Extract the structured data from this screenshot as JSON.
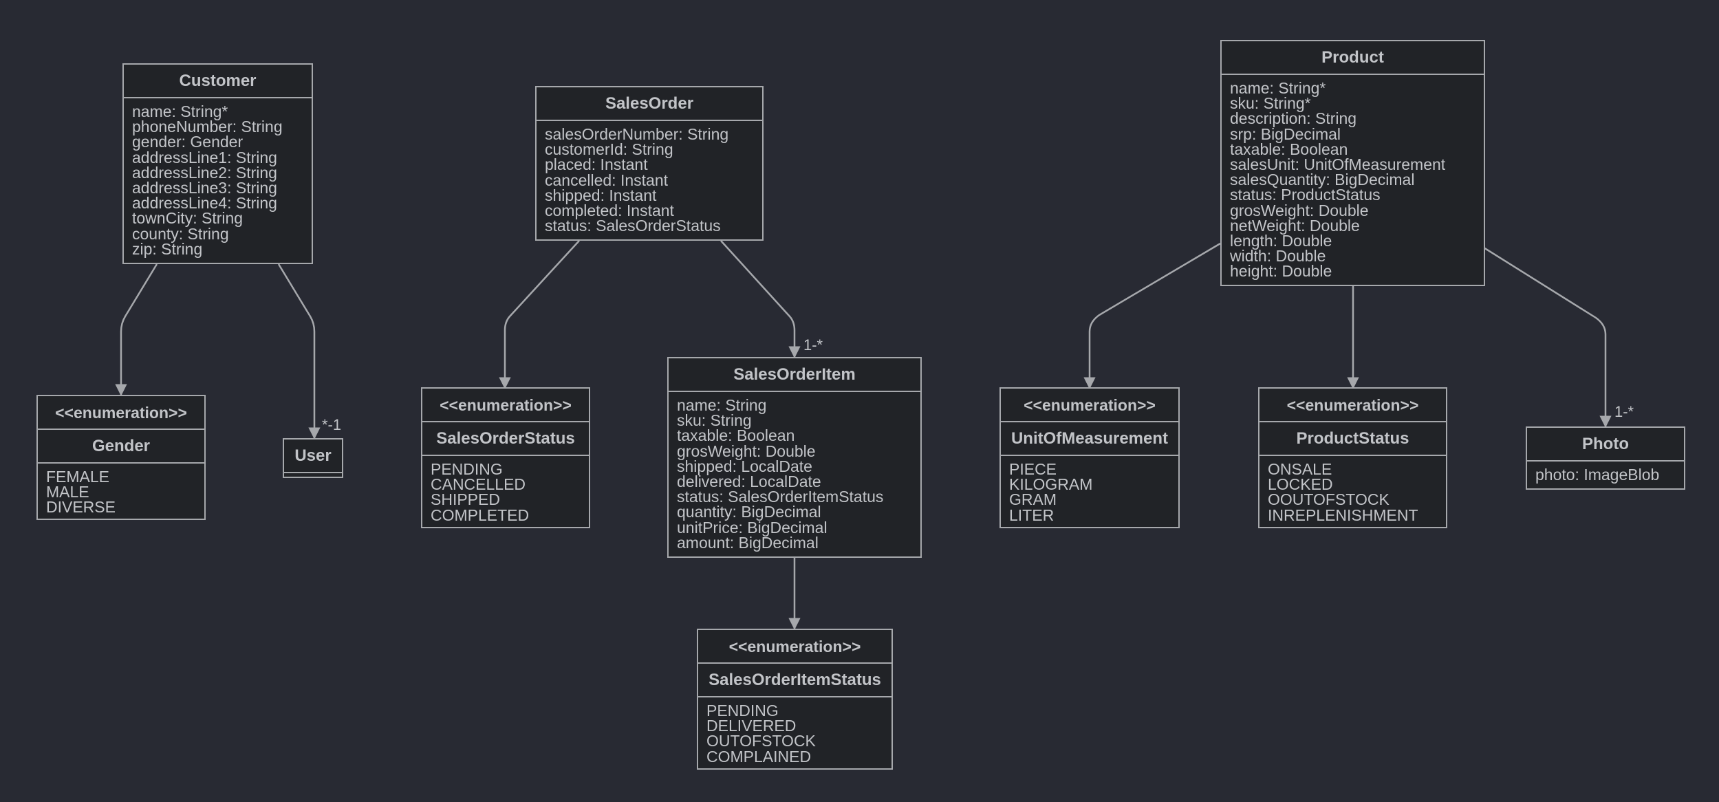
{
  "classes": {
    "customer": {
      "name": "Customer",
      "attributes": [
        "name: String*",
        "phoneNumber: String",
        "gender: Gender",
        "addressLine1: String",
        "addressLine2: String",
        "addressLine3: String",
        "addressLine4: String",
        "townCity: String",
        "county: String",
        "zip: String"
      ]
    },
    "gender": {
      "stereotype": "<<enumeration>>",
      "name": "Gender",
      "values": [
        "FEMALE",
        "MALE",
        "DIVERSE"
      ]
    },
    "user": {
      "name": "User",
      "attributes": []
    },
    "sales_order": {
      "name": "SalesOrder",
      "attributes": [
        "salesOrderNumber: String",
        "customerId: String",
        "placed: Instant",
        "cancelled: Instant",
        "shipped: Instant",
        "completed: Instant",
        "status: SalesOrderStatus"
      ]
    },
    "sales_order_status": {
      "stereotype": "<<enumeration>>",
      "name": "SalesOrderStatus",
      "values": [
        "PENDING",
        "CANCELLED",
        "SHIPPED",
        "COMPLETED"
      ]
    },
    "sales_order_item": {
      "name": "SalesOrderItem",
      "attributes": [
        "name: String",
        "sku: String",
        "taxable: Boolean",
        "grosWeight: Double",
        "shipped: LocalDate",
        "delivered: LocalDate",
        "status: SalesOrderItemStatus",
        "quantity: BigDecimal",
        "unitPrice: BigDecimal",
        "amount: BigDecimal"
      ]
    },
    "sales_order_item_status": {
      "stereotype": "<<enumeration>>",
      "name": "SalesOrderItemStatus",
      "values": [
        "PENDING",
        "DELIVERED",
        "OUTOFSTOCK",
        "COMPLAINED"
      ]
    },
    "product": {
      "name": "Product",
      "attributes": [
        "name: String*",
        "sku: String*",
        "description: String",
        "srp: BigDecimal",
        "taxable: Boolean",
        "salesUnit: UnitOfMeasurement",
        "salesQuantity: BigDecimal",
        "status: ProductStatus",
        "grosWeight: Double",
        "netWeight: Double",
        "length: Double",
        "width: Double",
        "height: Double"
      ]
    },
    "unit_of_measurement": {
      "stereotype": "<<enumeration>>",
      "name": "UnitOfMeasurement",
      "values": [
        "PIECE",
        "KILOGRAM",
        "GRAM",
        "LITER"
      ]
    },
    "product_status": {
      "stereotype": "<<enumeration>>",
      "name": "ProductStatus",
      "values": [
        "ONSALE",
        "LOCKED",
        "OOUTOFSTOCK",
        "INREPLENISHMENT"
      ]
    },
    "photo": {
      "name": "Photo",
      "attributes": [
        "photo: ImageBlob"
      ]
    }
  },
  "relations": [
    {
      "from": "Customer",
      "to": "Gender",
      "multiplicity": ""
    },
    {
      "from": "Customer",
      "to": "User",
      "multiplicity": "*-1"
    },
    {
      "from": "SalesOrder",
      "to": "SalesOrderStatus",
      "multiplicity": ""
    },
    {
      "from": "SalesOrder",
      "to": "SalesOrderItem",
      "multiplicity": "1-*"
    },
    {
      "from": "SalesOrderItem",
      "to": "SalesOrderItemStatus",
      "multiplicity": ""
    },
    {
      "from": "Product",
      "to": "UnitOfMeasurement",
      "multiplicity": ""
    },
    {
      "from": "Product",
      "to": "ProductStatus",
      "multiplicity": ""
    },
    {
      "from": "Product",
      "to": "Photo",
      "multiplicity": "1-*"
    }
  ],
  "colors": {
    "background": "#282a33",
    "box_fill": "#212327",
    "stroke": "#a6a8ac",
    "text": "#c2c4c8"
  }
}
